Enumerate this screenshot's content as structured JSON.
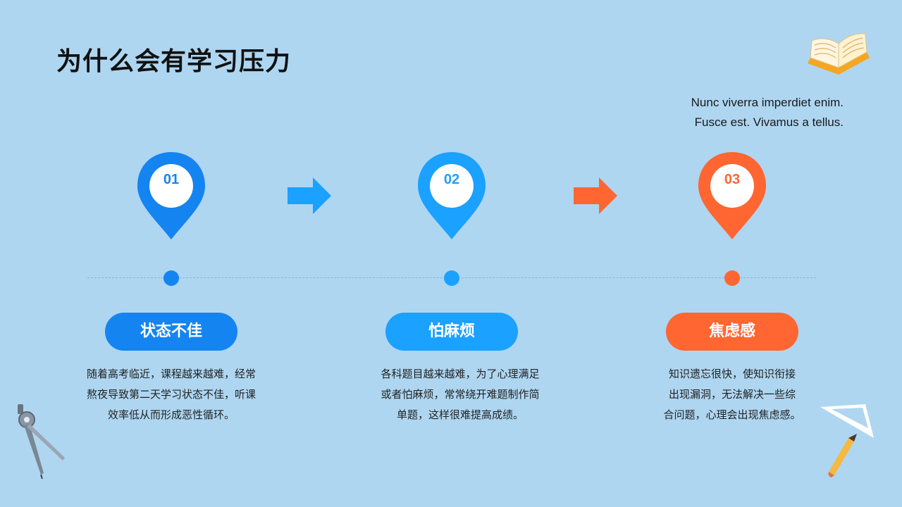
{
  "slide": {
    "title": "为什么会有学习压力",
    "quote": [
      "Nunc viverra  imperdiet enim.",
      "Fusce est. Vivamus a tellus."
    ],
    "colors": {
      "background": "#aed6f1",
      "blue1": "#1484f0",
      "blue2": "#1ba1ff",
      "orange": "#ff6631"
    },
    "steps": [
      {
        "number": "01",
        "title": "状态不佳",
        "color": "#1484f0",
        "desc": [
          "随着高考临近，课程越来越难，经常",
          "熬夜导致第二天学习状态不佳，听课",
          "效率低从而形成恶性循环。"
        ]
      },
      {
        "number": "02",
        "title": "怕麻烦",
        "color": "#1ba1ff",
        "desc": [
          "各科题目越来越难，为了心理满足",
          "或者怕麻烦，常常绕开难题制作简",
          "单题，这样很难提高成绩。"
        ]
      },
      {
        "number": "03",
        "title": "焦虑感",
        "color": "#ff6631",
        "desc": [
          "知识遗忘很快，使知识衔接",
          "出现漏洞，无法解决一些综",
          "合问题，心理会出现焦虑感。"
        ]
      }
    ],
    "decorations": [
      "open-book-icon",
      "compass-icon",
      "triangle-ruler-icon",
      "pencil-icon"
    ]
  }
}
